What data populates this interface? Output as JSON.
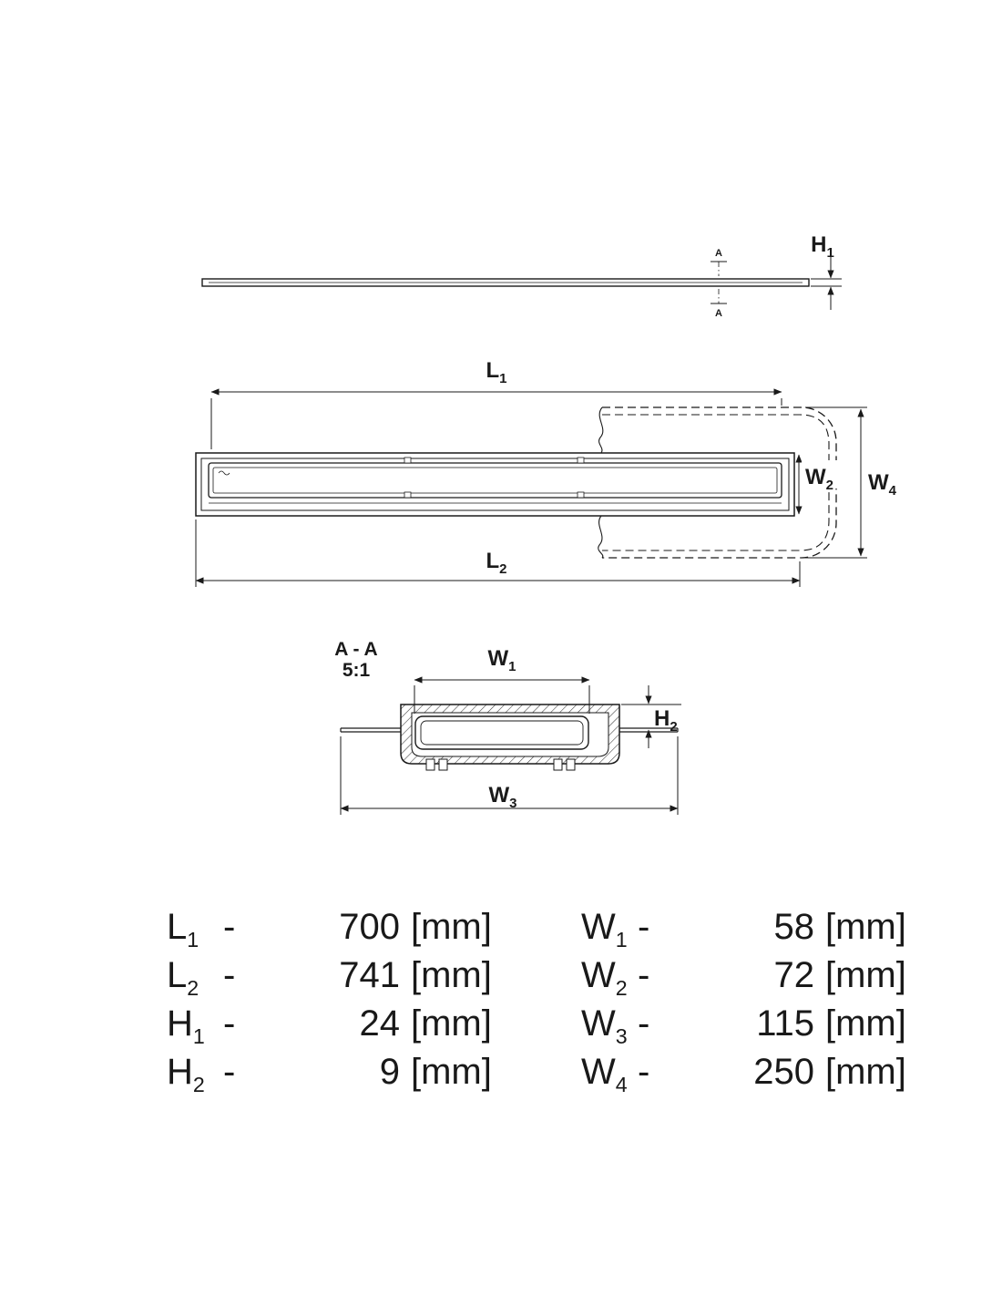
{
  "side_view": {
    "h1": {
      "letter": "H",
      "sub": "1"
    },
    "section_marker": "A"
  },
  "plan_view": {
    "l1": {
      "letter": "L",
      "sub": "1"
    },
    "l2": {
      "letter": "L",
      "sub": "2"
    },
    "w2": {
      "letter": "W",
      "sub": "2"
    },
    "w4": {
      "letter": "W",
      "sub": "4"
    }
  },
  "section_view": {
    "title": "A - A",
    "scale": "5:1",
    "w1": {
      "letter": "W",
      "sub": "1"
    },
    "h2": {
      "letter": "H",
      "sub": "2"
    },
    "w3": {
      "letter": "W",
      "sub": "3"
    }
  },
  "dimension_table": {
    "left": [
      {
        "letter": "L",
        "sub": "1",
        "dash": "-",
        "value": "700",
        "unit": "[mm]"
      },
      {
        "letter": "L",
        "sub": "2",
        "dash": "-",
        "value": "741",
        "unit": "[mm]"
      },
      {
        "letter": "H",
        "sub": "1",
        "dash": "-",
        "value": "24",
        "unit": "[mm]"
      },
      {
        "letter": "H",
        "sub": "2",
        "dash": "-",
        "value": "9",
        "unit": "[mm]"
      }
    ],
    "right": [
      {
        "letter": "W",
        "sub": "1",
        "dash": "-",
        "value": "58",
        "unit": "[mm]"
      },
      {
        "letter": "W",
        "sub": "2",
        "dash": "-",
        "value": "72",
        "unit": "[mm]"
      },
      {
        "letter": "W",
        "sub": "3",
        "dash": "-",
        "value": "115",
        "unit": "[mm]"
      },
      {
        "letter": "W",
        "sub": "4",
        "dash": "-",
        "value": "250",
        "unit": "[mm]"
      }
    ]
  }
}
